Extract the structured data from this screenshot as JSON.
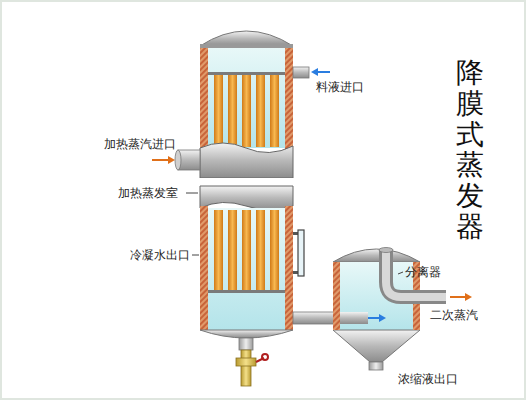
{
  "diagram": {
    "title": "降膜式蒸发器",
    "labels": [
      "料液进口",
      "加热蒸汽进口",
      "加热蒸发室",
      "冷凝水出口",
      "分离器",
      "二次蒸汽",
      "浓缩液出口"
    ]
  }
}
